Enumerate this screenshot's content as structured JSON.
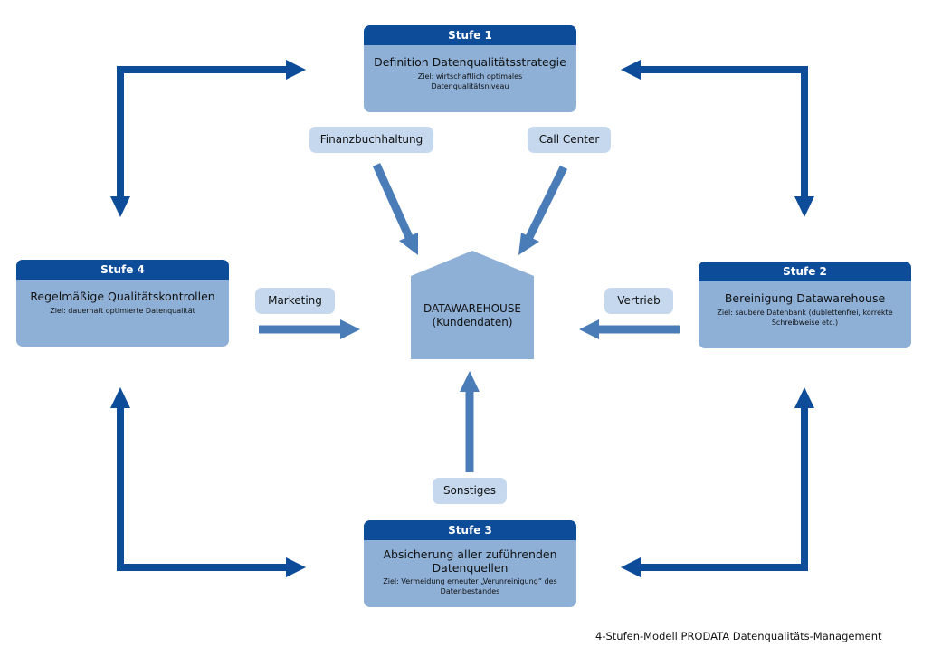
{
  "center": {
    "line1": "DATAWAREHOUSE",
    "line2": "(Kundendaten)"
  },
  "stages": {
    "s1": {
      "head": "Stufe 1",
      "title": "Definition Datenqualitätsstrategie",
      "goal": "Ziel: wirtschaftlich optimales Datenqualitätsniveau"
    },
    "s2": {
      "head": "Stufe 2",
      "title": "Bereinigung Datawarehouse",
      "goal": "Ziel: saubere Datenbank (dublettenfrei, korrekte Schreibweise etc.)"
    },
    "s3": {
      "head": "Stufe 3",
      "title": "Absicherung aller zuführenden Datenquellen",
      "goal": "Ziel: Vermeidung erneuter „Verunreinigung“ des Datenbestandes"
    },
    "s4": {
      "head": "Stufe 4",
      "title": "Regelmäßige Qualitätskontrollen",
      "goal": "Ziel: dauerhaft optimierte Datenqualität"
    }
  },
  "sources": {
    "finanz": "Finanzbuchhaltung",
    "callcenter": "Call Center",
    "marketing": "Marketing",
    "vertrieb": "Vertrieb",
    "sonstiges": "Sonstiges"
  },
  "caption": "4-Stufen-Modell PRODATA Datenqualitäts-Management",
  "colors": {
    "dark_blue": "#0d4c98",
    "mid_blue": "#4a7cb7",
    "stage_fill": "#8eb0d7",
    "pill_fill": "#c5d8ed"
  }
}
